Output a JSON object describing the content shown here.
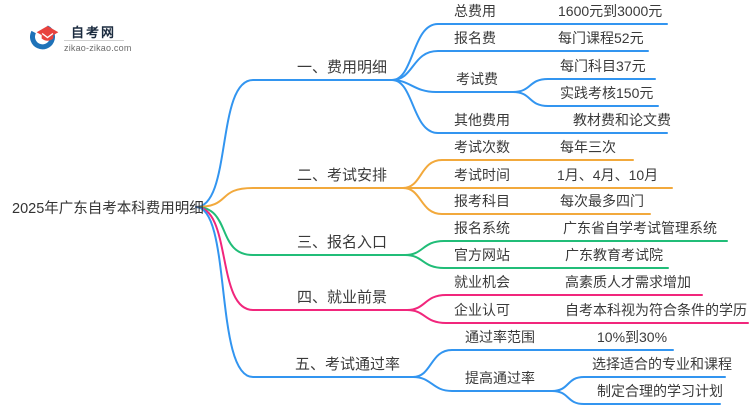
{
  "logo": {
    "site_name": "自考网",
    "site_url": "zikao-zikao.com",
    "icon": "graduation-cap-icon"
  },
  "colors": {
    "branch_blue": "#3295F0",
    "branch_orange": "#F2A93C",
    "branch_green": "#21BD78",
    "branch_pink": "#F1267C",
    "logo_blue": "#1E72B8",
    "logo_red": "#E8423E",
    "text": "#3a3a3a"
  },
  "mindmap": {
    "root": "2025年广东自考本科费用明细",
    "branches": [
      {
        "label": "一、费用明细",
        "color": "#3295F0",
        "children": [
          {
            "key": "总费用",
            "value": "1600元到3000元"
          },
          {
            "key": "报名费",
            "value": "每门课程52元"
          },
          {
            "key": "考试费",
            "values": [
              "每门科目37元",
              "实践考核150元"
            ]
          },
          {
            "key": "其他费用",
            "value": "教材费和论文费"
          }
        ]
      },
      {
        "label": "二、考试安排",
        "color": "#F2A93C",
        "children": [
          {
            "key": "考试次数",
            "value": "每年三次"
          },
          {
            "key": "考试时间",
            "value": "1月、4月、10月"
          },
          {
            "key": "报考科目",
            "value": "每次最多四门"
          }
        ]
      },
      {
        "label": "三、报名入口",
        "color": "#21BD78",
        "children": [
          {
            "key": "报名系统",
            "value": "广东省自学考试管理系统"
          },
          {
            "key": "官方网站",
            "value": "广东教育考试院"
          }
        ]
      },
      {
        "label": "四、就业前景",
        "color": "#F1267C",
        "children": [
          {
            "key": "就业机会",
            "value": "高素质人才需求增加"
          },
          {
            "key": "企业认可",
            "value": "自考本科视为符合条件的学历"
          }
        ]
      },
      {
        "label": "五、考试通过率",
        "color": "#3295F0",
        "children": [
          {
            "key": "通过率范围",
            "value": "10%到30%"
          },
          {
            "key": "提高通过率",
            "values": [
              "选择适合的专业和课程",
              "制定合理的学习计划"
            ]
          }
        ]
      }
    ]
  }
}
